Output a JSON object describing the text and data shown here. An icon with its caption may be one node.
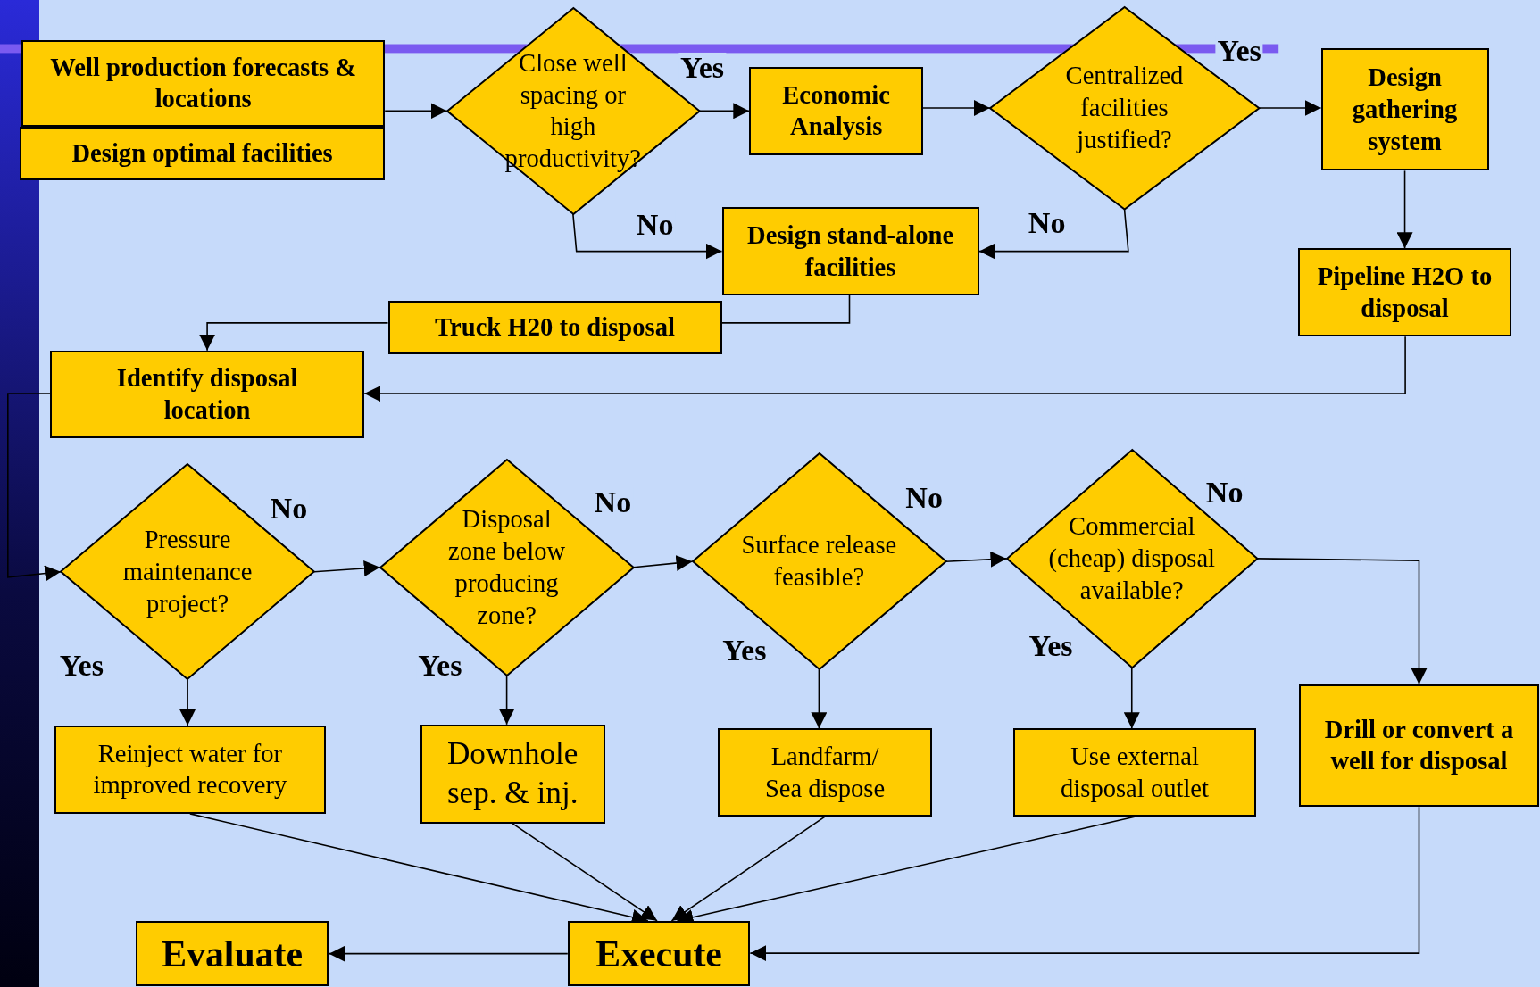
{
  "diagram": {
    "nodes": [
      {
        "text": [
          "Well production forecasts & locations"
        ]
      },
      {
        "text": [
          "Design optimal facilities"
        ]
      },
      {
        "text": [
          "Close well spacing or high productivity?"
        ]
      },
      {
        "text": [
          "Economic Analysis"
        ]
      },
      {
        "text": [
          "Centralized facilities justified?"
        ]
      },
      {
        "text": [
          "Design gathering system"
        ]
      },
      {
        "text": [
          "Design stand-alone facilities"
        ]
      },
      {
        "text": [
          "Pipeline H2O to disposal"
        ]
      },
      {
        "text": [
          "Truck H20 to disposal"
        ]
      },
      {
        "text": [
          "Identify disposal location"
        ]
      },
      {
        "text": [
          "Pressure maintenance project?"
        ]
      },
      {
        "text": [
          "Disposal zone below producing zone?"
        ]
      },
      {
        "text": [
          "Surface release feasible?"
        ]
      },
      {
        "text": [
          "Commercial (cheap) disposal available?"
        ]
      },
      {
        "text": [
          "Reinject water for improved recovery"
        ]
      },
      {
        "text": [
          "Downhole sep. & inj."
        ]
      },
      {
        "text": [
          "Landfarm/ Sea dispose"
        ]
      },
      {
        "text": [
          "Use external disposal outlet"
        ]
      },
      {
        "text": [
          "Drill or convert a well for disposal"
        ]
      },
      {
        "text": [
          "Evaluate"
        ]
      },
      {
        "text": [
          "Execute"
        ]
      }
    ],
    "edges": [
      {
        "from": 0,
        "to": 2,
        "arrow": "to"
      },
      {
        "from": 2,
        "to": 3,
        "arrow": "to",
        "label": "Yes"
      },
      {
        "from": 2,
        "to": 6,
        "arrow": "to",
        "label": "No"
      },
      {
        "from": 3,
        "to": 4,
        "arrow": "to"
      },
      {
        "from": 4,
        "to": 5,
        "arrow": "to",
        "label": "Yes"
      },
      {
        "from": 4,
        "to": 6,
        "arrow": "to",
        "label": "No"
      },
      {
        "from": 5,
        "to": 7,
        "arrow": "to"
      },
      {
        "from": 6,
        "to": 8,
        "arrow": "none"
      },
      {
        "from": 8,
        "to": 9,
        "arrow": "to"
      },
      {
        "from": 7,
        "to": 9,
        "arrow": "to"
      },
      {
        "from": 9,
        "to": 10,
        "arrow": "to"
      },
      {
        "from": 10,
        "to": 11,
        "arrow": "to",
        "label": "No"
      },
      {
        "from": 11,
        "to": 12,
        "arrow": "to",
        "label": "No"
      },
      {
        "from": 12,
        "to": 13,
        "arrow": "to",
        "label": "No"
      },
      {
        "from": 13,
        "to": 18,
        "arrow": "to",
        "label": "No"
      },
      {
        "from": 10,
        "to": 14,
        "arrow": "to",
        "label": "Yes"
      },
      {
        "from": 11,
        "to": 15,
        "arrow": "to",
        "label": "Yes"
      },
      {
        "from": 12,
        "to": 16,
        "arrow": "to",
        "label": "Yes"
      },
      {
        "from": 13,
        "to": 17,
        "arrow": "to",
        "label": "Yes"
      },
      {
        "from": 14,
        "to": 20,
        "arrow": "to"
      },
      {
        "from": 15,
        "to": 20,
        "arrow": "to"
      },
      {
        "from": 16,
        "to": 20,
        "arrow": "to"
      },
      {
        "from": 17,
        "to": 20,
        "arrow": "to"
      },
      {
        "from": 18,
        "to": 20,
        "arrow": "to"
      },
      {
        "from": 20,
        "to": 19,
        "arrow": "to"
      }
    ]
  }
}
